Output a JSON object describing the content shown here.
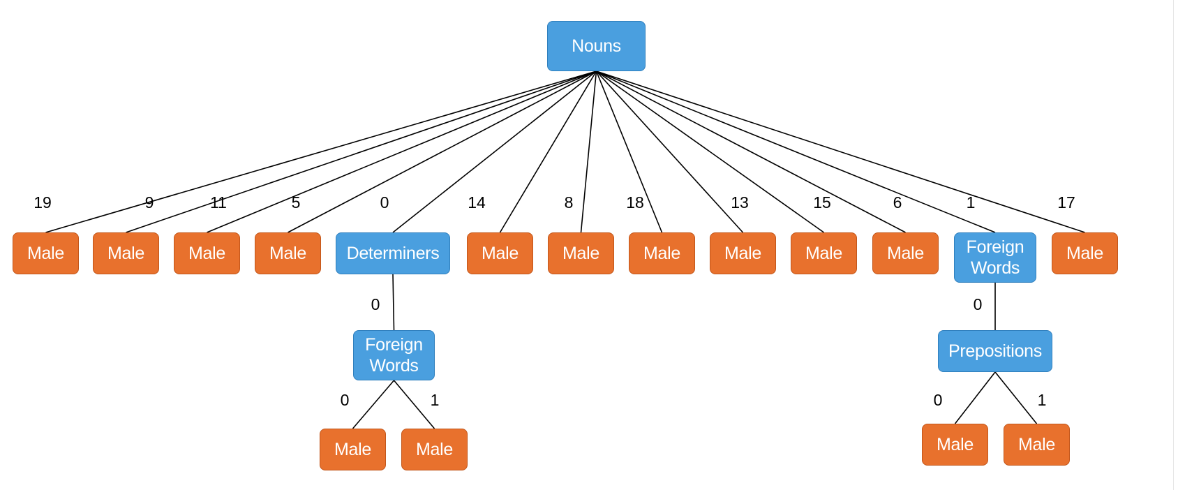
{
  "tree": {
    "root": {
      "label": "Nouns",
      "kind": "category"
    },
    "children": [
      {
        "edge": "19",
        "label": "Male",
        "kind": "leaf"
      },
      {
        "edge": "9",
        "label": "Male",
        "kind": "leaf"
      },
      {
        "edge": "11",
        "label": "Male",
        "kind": "leaf"
      },
      {
        "edge": "5",
        "label": "Male",
        "kind": "leaf"
      },
      {
        "edge": "0",
        "label": "Determiners",
        "kind": "category",
        "children": [
          {
            "edge": "0",
            "label": "Foreign Words",
            "kind": "category",
            "children": [
              {
                "edge": "0",
                "label": "Male",
                "kind": "leaf"
              },
              {
                "edge": "1",
                "label": "Male",
                "kind": "leaf"
              }
            ]
          }
        ]
      },
      {
        "edge": "14",
        "label": "Male",
        "kind": "leaf"
      },
      {
        "edge": "8",
        "label": "Male",
        "kind": "leaf"
      },
      {
        "edge": "18",
        "label": "Male",
        "kind": "leaf"
      },
      {
        "edge": "13",
        "label": "Male",
        "kind": "leaf"
      },
      {
        "edge": "15",
        "label": "Male",
        "kind": "leaf"
      },
      {
        "edge": "6",
        "label": "Male",
        "kind": "leaf"
      },
      {
        "edge": "1",
        "label": "Foreign Words",
        "kind": "category",
        "children": [
          {
            "edge": "0",
            "label": "Prepositions",
            "kind": "category",
            "children": [
              {
                "edge": "0",
                "label": "Male",
                "kind": "leaf"
              },
              {
                "edge": "1",
                "label": "Male",
                "kind": "leaf"
              }
            ]
          }
        ]
      },
      {
        "edge": "17",
        "label": "Male",
        "kind": "leaf"
      }
    ]
  },
  "colors": {
    "category_fill": "#4a9fdf",
    "leaf_fill": "#e8712d",
    "edge_line": "#000000"
  }
}
